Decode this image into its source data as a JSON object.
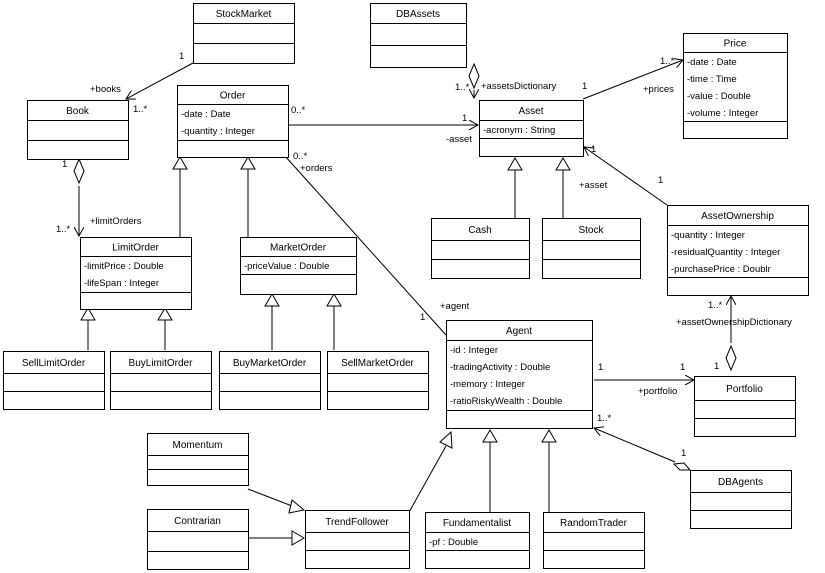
{
  "classes": {
    "stockmarket": {
      "name": "StockMarket",
      "attributes": []
    },
    "dbassets": {
      "name": "DBAssets",
      "attributes": []
    },
    "price": {
      "name": "Price",
      "attributes": [
        "-date : Date",
        "-time : Time",
        "-value : Double",
        "-volume : Integer"
      ]
    },
    "book": {
      "name": "Book",
      "attributes": []
    },
    "order": {
      "name": "Order",
      "attributes": [
        "-date : Date",
        "-quantity : Integer"
      ]
    },
    "asset": {
      "name": "Asset",
      "attributes": [
        "-acronym : String"
      ]
    },
    "cash": {
      "name": "Cash",
      "attributes": []
    },
    "stock": {
      "name": "Stock",
      "attributes": []
    },
    "assetownership": {
      "name": "AssetOwnership",
      "attributes": [
        "-quantity : Integer",
        "-residualQuantity : Integer",
        "-purchasePrice : Doublr"
      ]
    },
    "limitorder": {
      "name": "LimitOrder",
      "attributes": [
        "-limitPrice : Double",
        "-lifeSpan : Integer"
      ]
    },
    "marketorder": {
      "name": "MarketOrder",
      "attributes": [
        "-priceValue : Double"
      ]
    },
    "selllimitorder": {
      "name": "SellLimitOrder",
      "attributes": []
    },
    "buylimitorder": {
      "name": "BuyLimitOrder",
      "attributes": []
    },
    "buymarketorder": {
      "name": "BuyMarketOrder",
      "attributes": []
    },
    "sellmarketorder": {
      "name": "SellMarketOrder",
      "attributes": []
    },
    "agent": {
      "name": "Agent",
      "attributes": [
        "-id : Integer",
        "-tradingActivity : Double",
        "-memory : Integer",
        "-ratioRiskyWealth : Double"
      ]
    },
    "portfolio": {
      "name": "Portfolio",
      "attributes": []
    },
    "dbagents": {
      "name": "DBAgents",
      "attributes": []
    },
    "momentum": {
      "name": "Momentum",
      "attributes": []
    },
    "contrarian": {
      "name": "Contrarian",
      "attributes": []
    },
    "trendfollower": {
      "name": "TrendFollower",
      "attributes": []
    },
    "fundamentalist": {
      "name": "Fundamentalist",
      "attributes": [
        "-pf : Double"
      ]
    },
    "randomtrader": {
      "name": "RandomTrader",
      "attributes": []
    }
  },
  "labels": {
    "sm_book_mult": "1",
    "sm_book_role": "+books",
    "sm_book_mult2": "1..*",
    "db_asset_mult1": "1",
    "db_asset_mult2": "1..*",
    "db_asset_role": "+assetsDictionary",
    "asset_price_mult1": "1",
    "asset_price_mult2": "1..*",
    "asset_price_role": "+prices",
    "order_asset_mult": "0..*",
    "order_asset_mult1": "1",
    "order_asset_role": "-asset",
    "ao_asset_mult": "1",
    "ao_asset_role": "+asset",
    "book_lo_mult": "1",
    "book_lo_mult2": "1..*",
    "book_lo_role": "+limitOrders",
    "order_agent_mult": "0..*",
    "order_agent_role": "+orders",
    "agent_order_role": "+agent",
    "agent_order_mult": "1",
    "ao_pf_mult": "1..*",
    "ao_pf_role": "+assetOwnershipDictionary",
    "ao_pf_mult1": "1",
    "agent_pf_mult": "1",
    "agent_pf_mult2": "1",
    "agent_pf_role": "+portfolio",
    "agent_db_mult": "1..*",
    "agent_db_mult1": "1"
  }
}
